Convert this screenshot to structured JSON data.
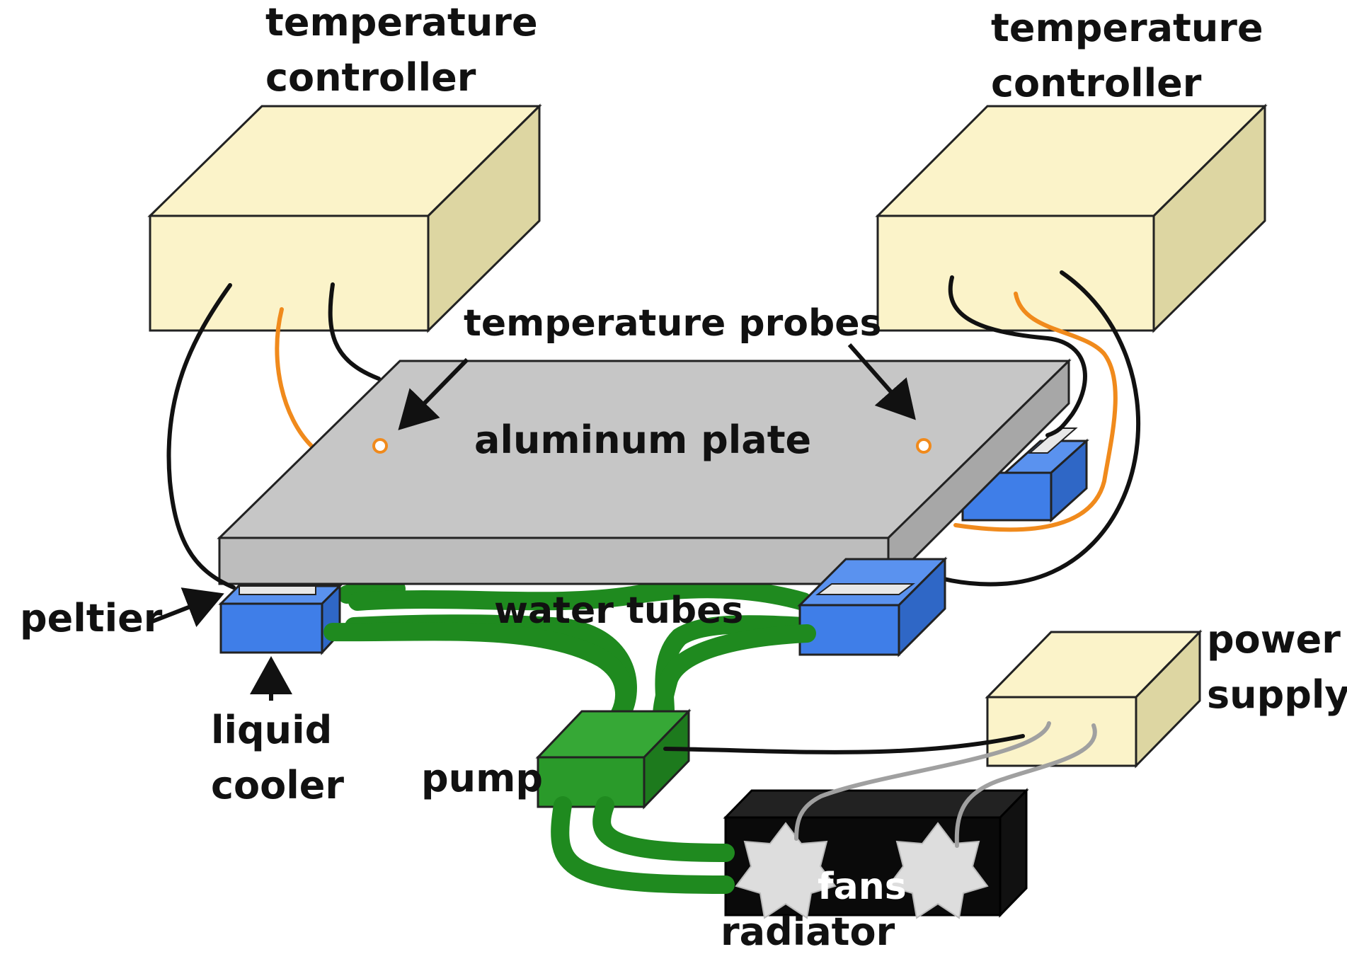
{
  "labels": {
    "tc_left_line1": "temperature",
    "tc_left_line2": "controller",
    "tc_right_line1": "temperature",
    "tc_right_line2": "controller",
    "temperature_probes": "temperature probes",
    "aluminum_plate": "aluminum plate",
    "peltier": "peltier",
    "liquid_cooler_line1": "liquid",
    "liquid_cooler_line2": "cooler",
    "water_tubes": "water tubes",
    "power_supply_line1": "power",
    "power_supply_line2": "supply",
    "pump": "pump",
    "fans": "fans",
    "radiator": "radiator"
  },
  "colors": {
    "controller_box": "#fbf3c9",
    "controller_side": "#ddd6a2",
    "plate_top": "#c6c6c6",
    "plate_side": "#b0b0b0",
    "cooler_block": "#3f7ee8",
    "tube": "#1f8a1f",
    "pump": "#2a9a2a",
    "radiator": "#0a0a0a",
    "fan": "#dddddd",
    "probe_wire": "#f08a1c",
    "black_wire": "#111111",
    "grey_wire": "#a0a0a0"
  }
}
